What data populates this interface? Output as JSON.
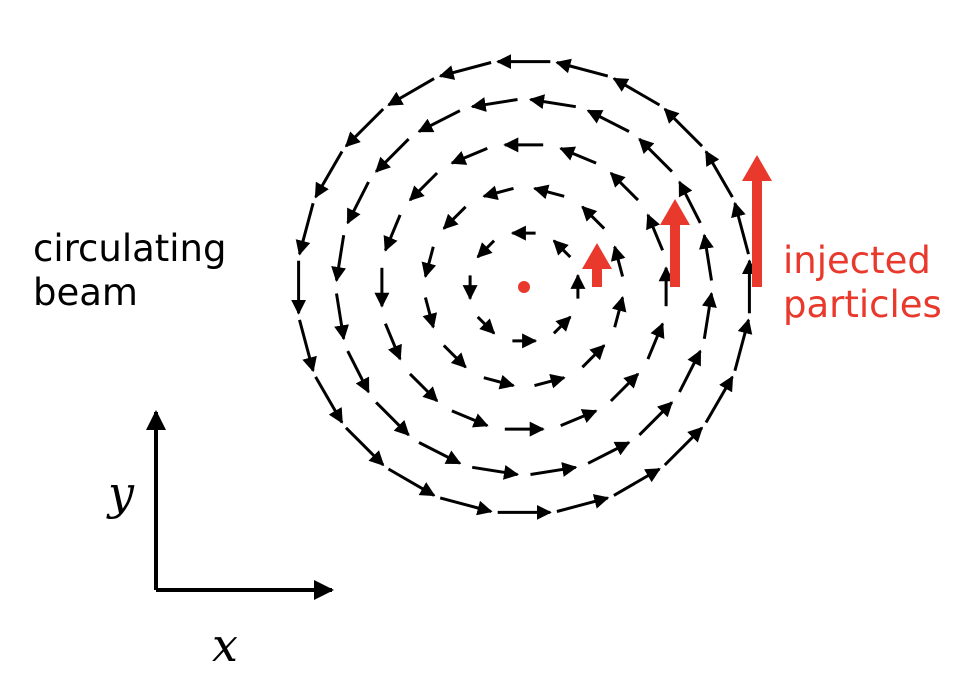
{
  "labels": {
    "circulating_beam": [
      "circulating",
      "beam"
    ],
    "injected_particles": [
      "injected",
      "particles"
    ]
  },
  "axes": {
    "x": "x",
    "y": "y"
  },
  "colors": {
    "field_arrows": "#000000",
    "injected": "#e8392c",
    "text": "#000000"
  },
  "field": {
    "ring_radii": [
      0.22,
      0.4,
      0.58,
      0.76,
      0.92
    ],
    "arrow_counts": [
      8,
      12,
      16,
      20,
      24
    ],
    "rotation": "counter-clockwise"
  },
  "injected_particles": {
    "count": 3,
    "relative_magnitudes": [
      0.4,
      0.8,
      1.2
    ]
  }
}
